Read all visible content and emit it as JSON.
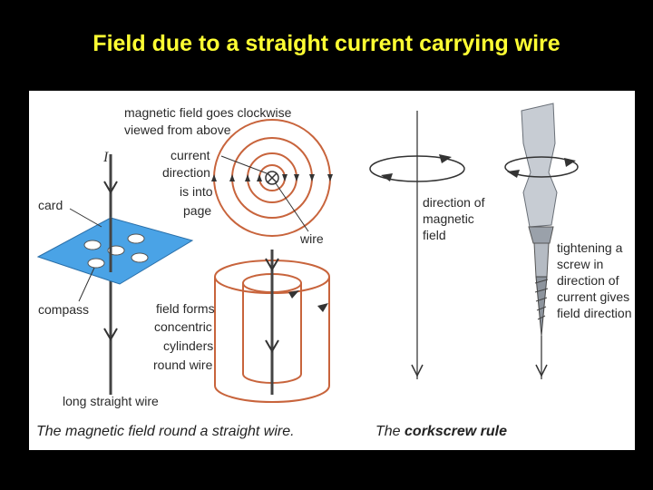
{
  "slide": {
    "title": "Field due to a straight current carrying wire"
  },
  "left_figure": {
    "current_symbol": "I",
    "label_field_top": [
      "magnetic field goes clockwise",
      "viewed from above"
    ],
    "label_current_dir": [
      "current",
      "direction",
      "is into",
      "page"
    ],
    "label_card": "card",
    "label_compass": "compass",
    "label_wire": "wire",
    "label_field_forms": [
      "field forms",
      "concentric",
      "cylinders",
      "round wire"
    ],
    "label_long_wire": "long straight wire",
    "caption": "The magnetic field round a straight wire."
  },
  "right_figure": {
    "label_direction": [
      "direction of",
      "magnetic",
      "field"
    ],
    "label_tightening": [
      "tightening a",
      "screw in",
      "direction of",
      "current gives",
      "field direction"
    ],
    "caption_prefix": "The ",
    "caption_bold": "corkscrew rule"
  },
  "colors": {
    "title": "#ffff33",
    "field_lines": "#c8643c",
    "card": "#4aa3e6",
    "wire": "#444444"
  }
}
